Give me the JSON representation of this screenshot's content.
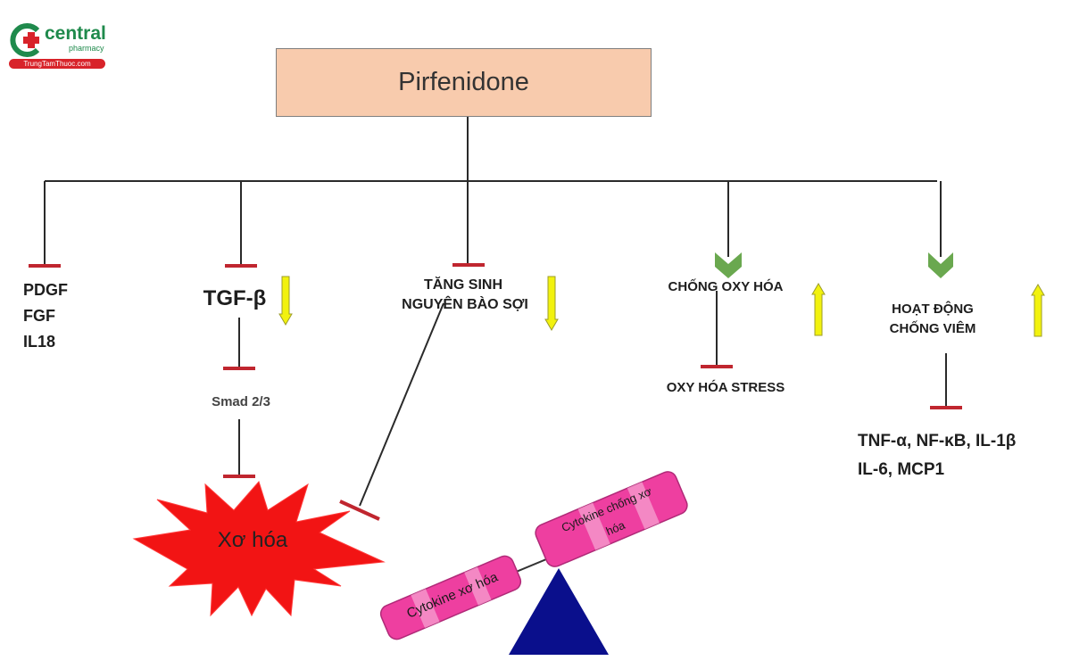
{
  "logo": {
    "brand": "central",
    "sub": "pharmacy",
    "url_text": "TrungTamThuoc.com"
  },
  "root": {
    "label": "Pirfenidone"
  },
  "branches": {
    "growth_factors": [
      "PDGF",
      "FGF",
      "IL18"
    ],
    "tgf": "TGF-β",
    "smad": "Smad 2/3",
    "fibroblast": [
      "TĂNG SINH",
      "NGUYÊN BÀO SỢI"
    ],
    "antioxidant": "CHỐNG OXY HÓA",
    "oxidative_stress": "OXY HÓA STRESS",
    "anti_inflammatory": [
      "HOẠT ĐỘNG",
      "CHỐNG VIÊM"
    ],
    "cytokines": [
      "TNF-α, NF-κB, IL-1β",
      "IL-6, MCP1"
    ]
  },
  "fibrosis": {
    "label": "Xơ hóa"
  },
  "balance": {
    "left_label": "Cytokine xơ hóa",
    "right_label_lines": [
      "Cytokine chống xơ",
      "hóa"
    ]
  },
  "colors": {
    "inhibit": "#c0262f",
    "activate_green": "#6aa84f",
    "arrow_yellow": "#f2f20e",
    "star_red": "#f21414",
    "pivot_blue": "#0a0f8c",
    "bar_pink": "#ee3fa0",
    "box_fill": "#f8cbad"
  }
}
